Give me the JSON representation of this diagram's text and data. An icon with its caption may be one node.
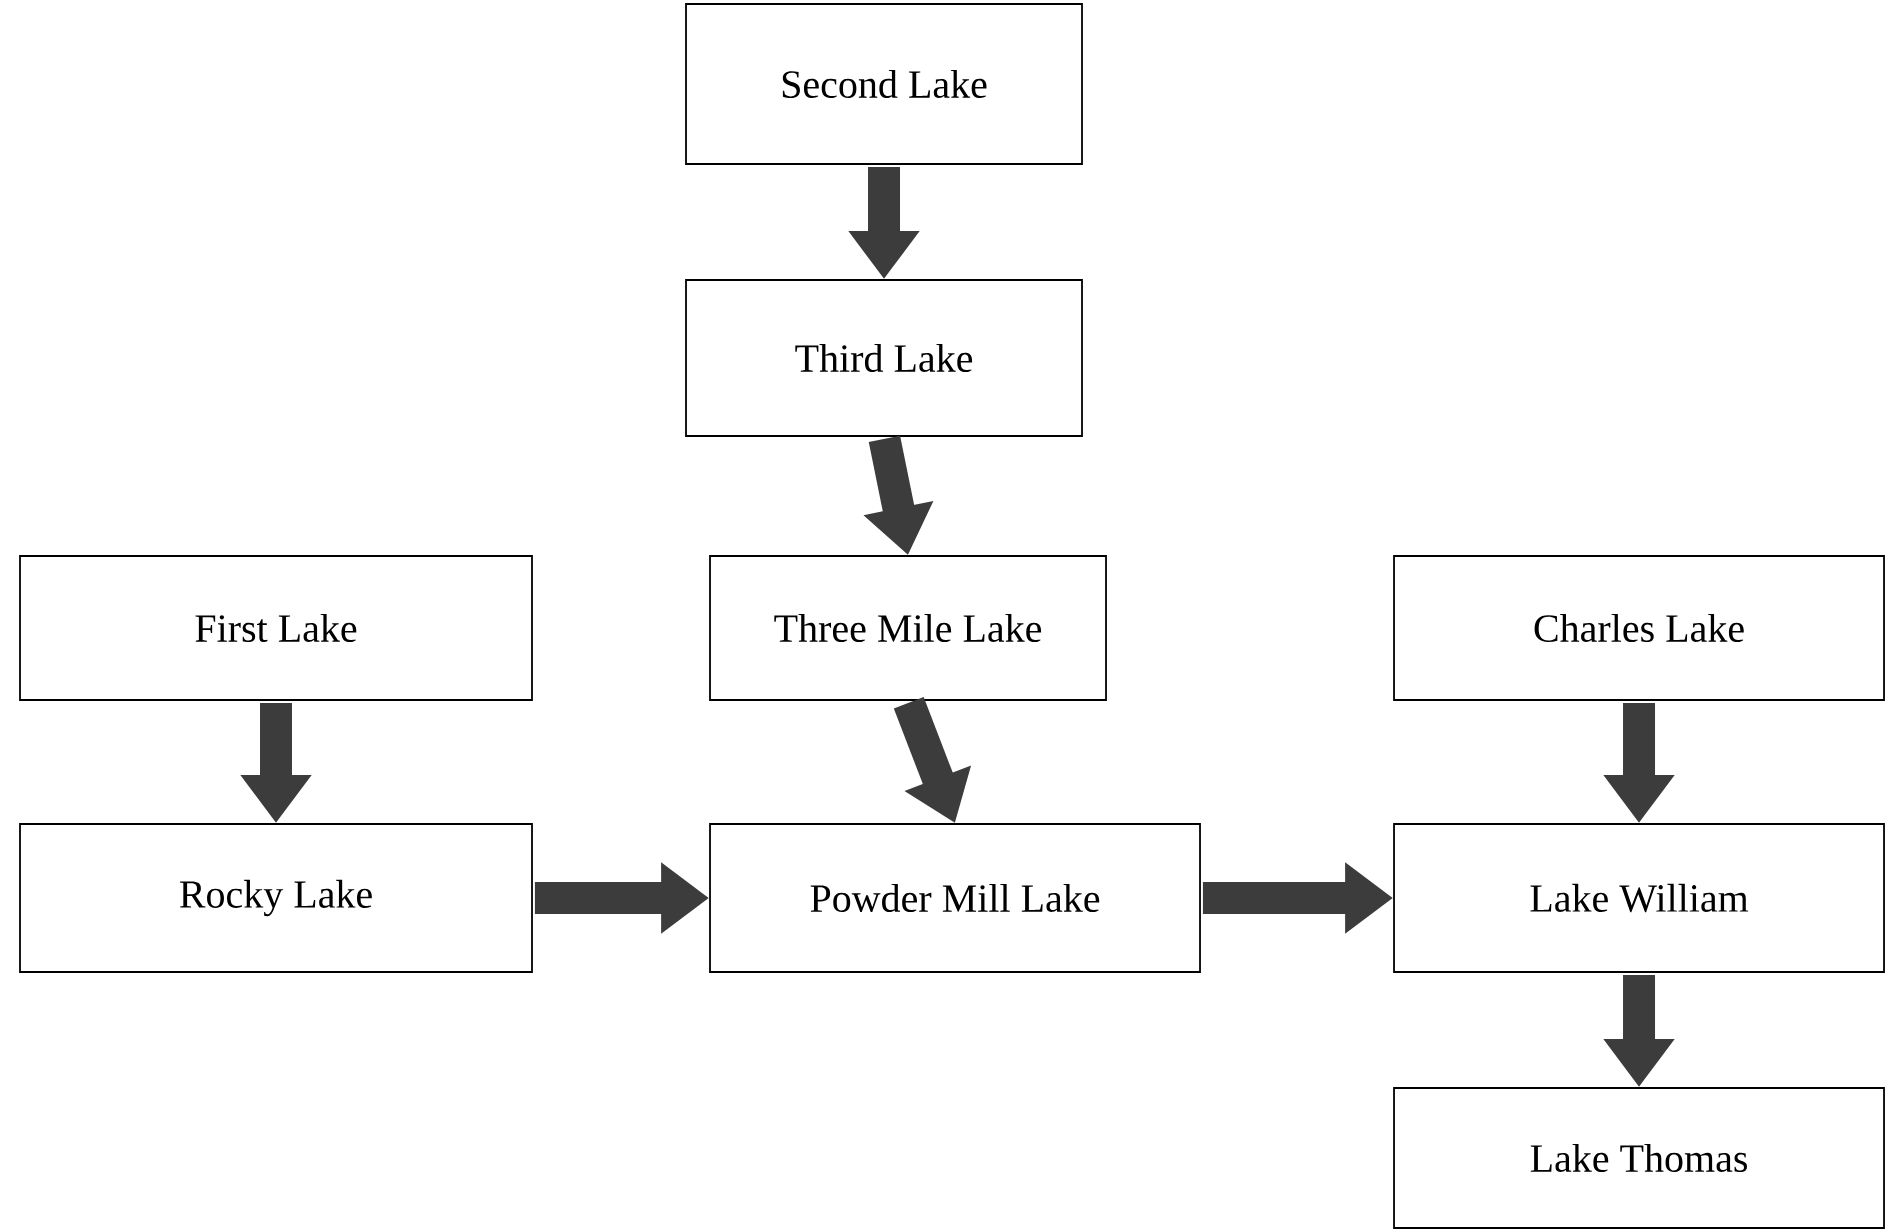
{
  "diagram": {
    "nodes": [
      {
        "text": [
          "Second Lake"
        ]
      },
      {
        "text": [
          "Third Lake"
        ]
      },
      {
        "text": [
          "First Lake"
        ]
      },
      {
        "text": [
          "Three Mile Lake"
        ]
      },
      {
        "text": [
          "Charles Lake"
        ]
      },
      {
        "text": [
          "Rocky Lake"
        ]
      },
      {
        "text": [
          "Powder Mill Lake"
        ]
      },
      {
        "text": [
          "Lake William"
        ]
      },
      {
        "text": [
          "Lake Thomas"
        ]
      }
    ],
    "edges": [
      {
        "from": 0,
        "to": 1,
        "arrow": "to"
      },
      {
        "from": 1,
        "to": 3,
        "arrow": "to"
      },
      {
        "from": 2,
        "to": 5,
        "arrow": "to"
      },
      {
        "from": 3,
        "to": 6,
        "arrow": "to"
      },
      {
        "from": 4,
        "to": 7,
        "arrow": "to"
      },
      {
        "from": 5,
        "to": 6,
        "arrow": "to"
      },
      {
        "from": 6,
        "to": 7,
        "arrow": "to"
      },
      {
        "from": 7,
        "to": 8,
        "arrow": "to"
      }
    ]
  }
}
